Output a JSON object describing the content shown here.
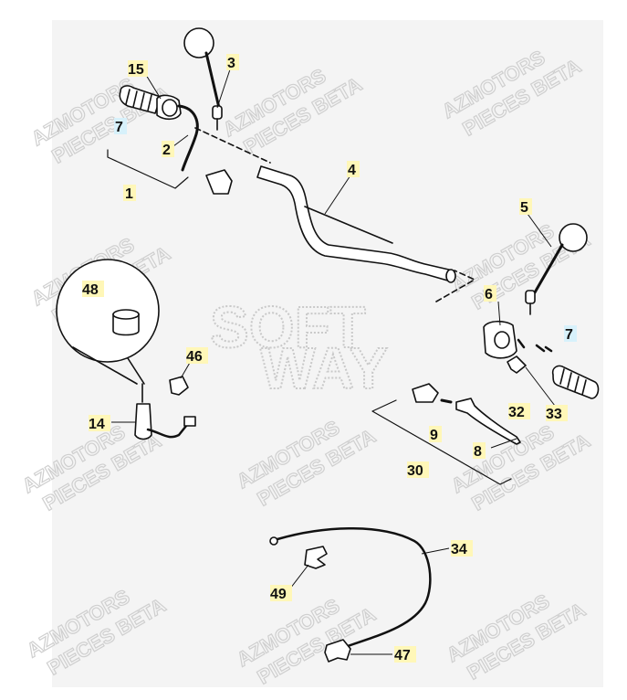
{
  "callouts": {
    "c15": "15",
    "c3": "3",
    "c7a": "7",
    "c2": "2",
    "c1": "1",
    "c4": "4",
    "c5": "5",
    "c6": "6",
    "c7b": "7",
    "c48": "48",
    "c46": "46",
    "c14": "14",
    "c32": "32",
    "c33": "33",
    "c9": "9",
    "c8": "8",
    "c30": "30",
    "c34": "34",
    "c49": "49",
    "c47": "47"
  },
  "watermark": {
    "line1": "AZMOTORS",
    "line2": "PIECES BETA"
  },
  "logo": {
    "line1": "SOFT",
    "line2": "WAY"
  }
}
